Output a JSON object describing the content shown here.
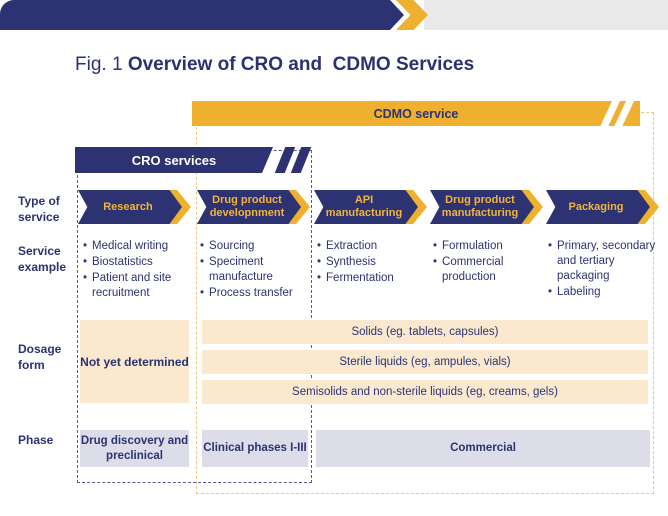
{
  "title": {
    "prefix": "Fig. 1 ",
    "main": "Overview of CRO and  CDMO Services"
  },
  "banners": {
    "cdmo": "CDMO service",
    "cro": "CRO services"
  },
  "row_labels": [
    "Type of service",
    "Service example",
    "Dosage form",
    "Phase"
  ],
  "columns": [
    {
      "header": "Research",
      "examples": [
        "Medical writing",
        "Biostatistics",
        "Patient and site recruitment"
      ]
    },
    {
      "header": "Drug product developnment",
      "examples": [
        "Sourcing",
        "Speciment manufacture",
        "Process transfer"
      ]
    },
    {
      "header": "API manufacturing",
      "examples": [
        "Extraction",
        "Synthesis",
        "Fermentation"
      ]
    },
    {
      "header": "Drug product manufacturing",
      "examples": [
        "Formulation",
        "Commercial production"
      ]
    },
    {
      "header": "Packaging",
      "examples": [
        "Primary, secondary and tertiary packaging",
        "Labeling"
      ]
    }
  ],
  "dosage": {
    "not_yet_determined": "Not yet determined",
    "bars": [
      "Solids (eg. tablets, capsules)",
      "Sterile liquids (eg, ampules, vials)",
      "Semisolids and non-sterile liquids (eg, creams, gels)"
    ]
  },
  "phase": [
    "Drug discovery and preclinical",
    "Clinical phases I-III",
    "Commercial"
  ],
  "colors": {
    "navy": "#2d3272",
    "yellow": "#efb02f",
    "cream": "#fae9ce",
    "gray_box": "#dcdde9",
    "top_gray": "#e9e9e9"
  }
}
